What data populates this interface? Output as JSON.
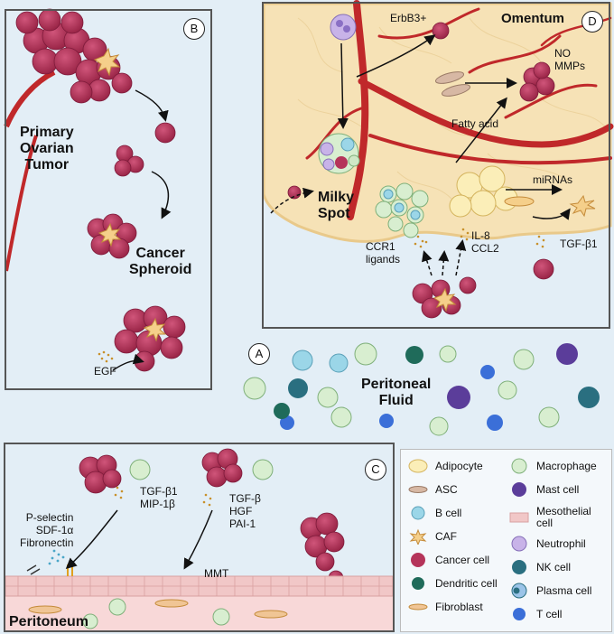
{
  "panel_letters": {
    "a": "A",
    "b": "B",
    "c": "C",
    "d": "D"
  },
  "panel_b": {
    "primary_tumor": "Primary\nOvarian\nTumor",
    "spheroid": "Cancer\nSpheroid",
    "egf": "EGF"
  },
  "panel_d": {
    "omentum": "Omentum",
    "erbb3": "ErbB3+",
    "no_mmps": "NO\nMMPs",
    "fatty_acid": "Fatty acid",
    "milky_spot": "Milky\nSpot",
    "mirnas": "miRNAs",
    "ccr1": "CCR1\nligands",
    "il8": "IL-8\nCCL2",
    "tgfb1": "TGF-β1"
  },
  "panel_a": {
    "fluid": "Peritoneal\nFluid"
  },
  "panel_c": {
    "tgf_mip": "TGF-β1\nMIP-1β",
    "tgf_hgf": "TGF-β\nHGF\nPAI-1",
    "selectin": "P-selectin\nSDF-1α\nFibronectin",
    "mmt": "MMT",
    "peritoneum": "Peritoneum"
  },
  "legend": {
    "items": [
      {
        "label": "Adipocyte",
        "icon": "adipocyte-icon"
      },
      {
        "label": "ASC",
        "icon": "asc-icon"
      },
      {
        "label": "B cell",
        "icon": "b-cell-icon"
      },
      {
        "label": "CAF",
        "icon": "caf-icon"
      },
      {
        "label": "Cancer cell",
        "icon": "cancer-cell-icon"
      },
      {
        "label": "Dendritic cell",
        "icon": "dendritic-cell-icon"
      },
      {
        "label": "Fibroblast",
        "icon": "fibroblast-icon"
      },
      {
        "label": "Macrophage",
        "icon": "macrophage-icon"
      },
      {
        "label": "Mast cell",
        "icon": "mast-cell-icon"
      },
      {
        "label": "Mesothelial\ncell",
        "icon": "mesothelial-cell-icon"
      },
      {
        "label": "Neutrophil",
        "icon": "neutrophil-icon"
      },
      {
        "label": "NK cell",
        "icon": "nk-cell-icon"
      },
      {
        "label": "Plasma cell",
        "icon": "plasma-cell-icon"
      },
      {
        "label": "T cell",
        "icon": "t-cell-icon"
      }
    ]
  },
  "colors": {
    "cancer": "#b5345a",
    "vessel": "#c0282a",
    "adipose": "#f6e2b6",
    "macrophage": "#cfe8c6",
    "tcell": "#3b6fd8",
    "mast": "#5b3d9a",
    "nk": "#2a6f80",
    "dendritic": "#1f6b5a"
  }
}
